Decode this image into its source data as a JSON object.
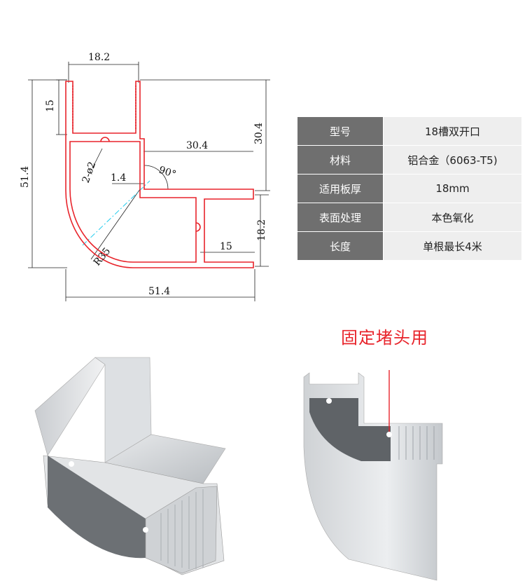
{
  "drawing": {
    "dims": {
      "top_width": "18.2",
      "left_slot_depth": "15",
      "overall_height": "51.4",
      "right_height": "30.4",
      "inner_span": "30.4",
      "hole_label": "2-ø2",
      "offset": "1.4",
      "angle": "90°",
      "right_slot_width": "18.2",
      "right_slot_depth": "15",
      "radius": "R35",
      "overall_width": "51.4"
    },
    "profile_color": "#e8242b"
  },
  "spec_table": {
    "rows": [
      {
        "key": "型号",
        "value": "18槽双开口"
      },
      {
        "key": "材料",
        "value": "铝合金（6063-T5)"
      },
      {
        "key": "适用板厚",
        "value": "18mm"
      },
      {
        "key": "表面处理",
        "value": "本色氧化"
      },
      {
        "key": "长度",
        "value": "单根最长4米"
      }
    ]
  },
  "photos": {
    "annotation": "固定堵头用",
    "annotation_color": "#e8242b"
  }
}
